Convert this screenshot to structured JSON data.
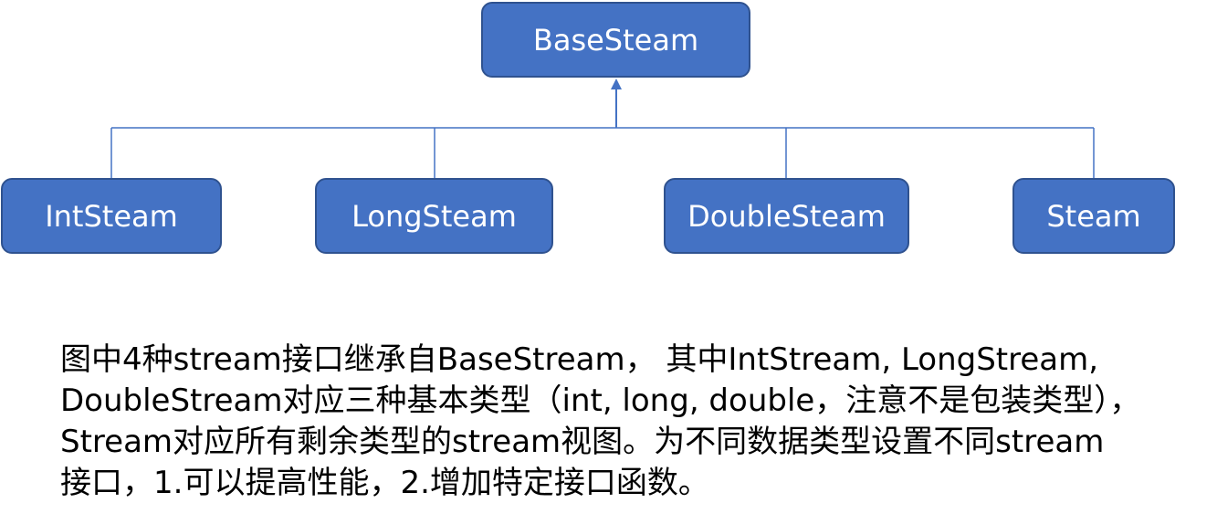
{
  "diagram": {
    "root": {
      "label": "BaseSteam"
    },
    "children": [
      {
        "label": "IntSteam"
      },
      {
        "label": "LongSteam"
      },
      {
        "label": "DoubleSteam"
      },
      {
        "label": "Steam"
      }
    ],
    "colors": {
      "node_fill": "#4472c4",
      "node_border": "#2f528f",
      "node_text": "#ffffff",
      "connector": "#4472c4"
    }
  },
  "caption": {
    "lines": [
      "图中4种stream接口继承自BaseStream， 其中IntStream, LongStream,",
      "DoubleStream对应三种基本类型（int, long, double，注意不是包装类型），",
      "Stream对应所有剩余类型的stream视图。为不同数据类型设置不同stream",
      "接口，1.可以提高性能，2.增加特定接口函数。"
    ]
  }
}
